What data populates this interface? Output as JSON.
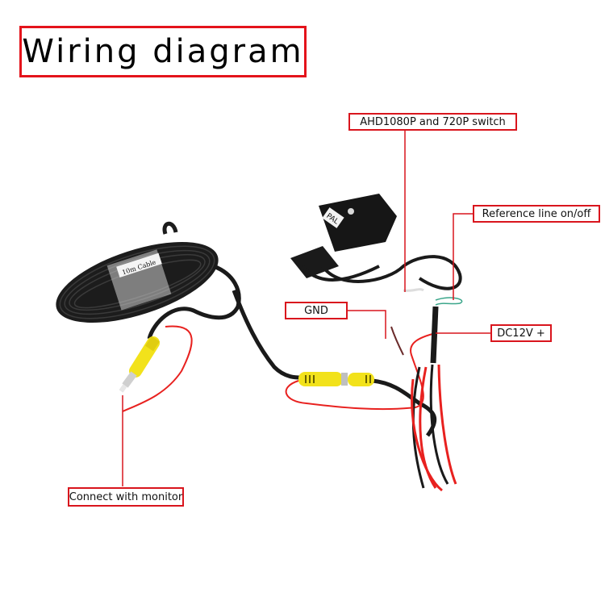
{
  "title": "Wiring diagram",
  "labels": {
    "switch": "AHD1080P and 720P switch",
    "reference_line": "Reference line on/off",
    "gnd": "GND",
    "dc12v": "DC12V +",
    "monitor": "Connect with monitor"
  },
  "components": {
    "camera_badge": "PAL",
    "cable_tag": "10m Cable"
  },
  "colors": {
    "callout_red": "#d9151d",
    "rca_yellow": "#f2e21b",
    "cable_black": "#1a1a1a",
    "wire_red": "#e8211f",
    "wire_green": "#3aa68a"
  }
}
